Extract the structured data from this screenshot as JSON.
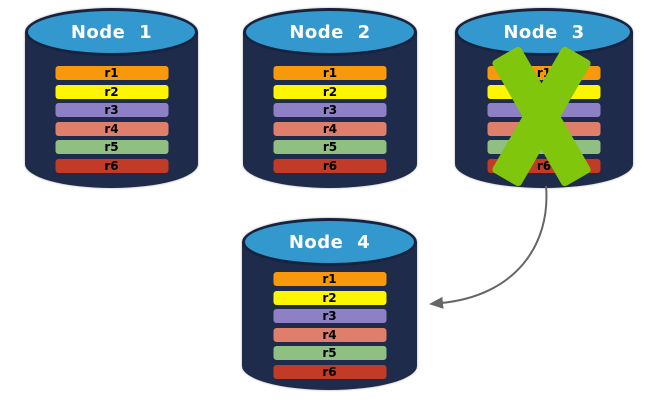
{
  "diagram": {
    "records": [
      {
        "label": "r1",
        "color": "#F8980B"
      },
      {
        "label": "r2",
        "color": "#FDF502"
      },
      {
        "label": "r3",
        "color": "#8E80C4"
      },
      {
        "label": "r4",
        "color": "#DE7E6B"
      },
      {
        "label": "r5",
        "color": "#8FBF81"
      },
      {
        "label": "r6",
        "color": "#C23B26"
      }
    ],
    "nodes": [
      {
        "label": "Node 1",
        "crossed_out": false
      },
      {
        "label": "Node 2",
        "crossed_out": false
      },
      {
        "label": "Node 3",
        "crossed_out": true
      },
      {
        "label": "Node 4",
        "crossed_out": false
      }
    ],
    "colors": {
      "cylinder_body": "#1E2B4B",
      "cylinder_top": "#3398CE",
      "cylinder_top_border": "#16233E",
      "cross_mark": "#80C60D",
      "arrow": "#666666"
    },
    "arrow": {
      "from": "Node 3",
      "to": "Node 4"
    }
  }
}
